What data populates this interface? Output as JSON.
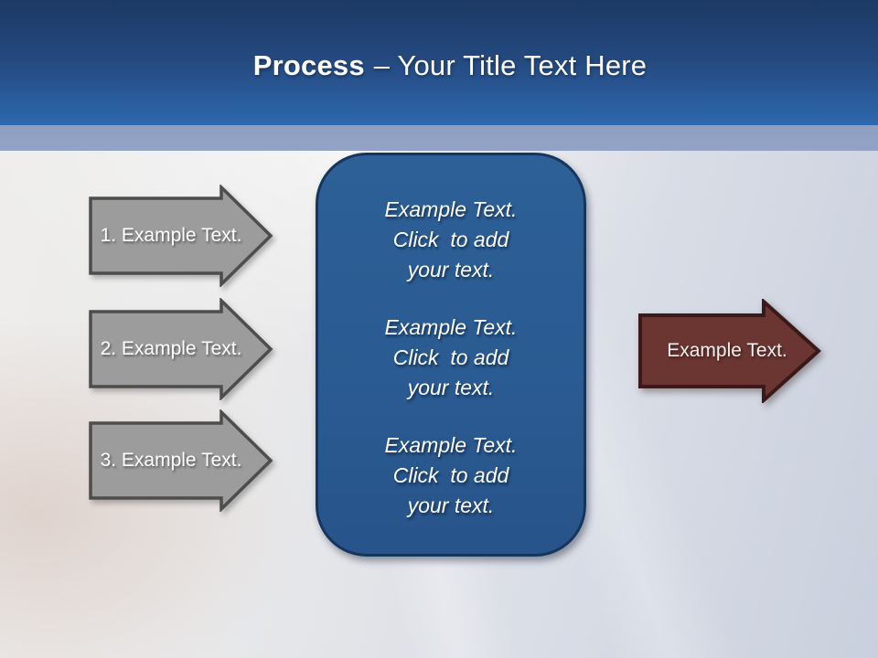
{
  "slide": {
    "title": {
      "bold": "Process",
      "rest": "– Your Title Text Here"
    },
    "steps": [
      {
        "label": "1. Example Text."
      },
      {
        "label": "2. Example Text."
      },
      {
        "label": "3. Example Text."
      }
    ],
    "panel": {
      "blocks": [
        "Example Text.\nClick  to add\nyour text.",
        "Example Text.\nClick  to add\nyour text.",
        "Example Text.\nClick  to add\nyour text."
      ]
    },
    "output_arrow": {
      "label": "Example Text."
    },
    "colors": {
      "header_top": "#1C3A64",
      "header_bottom": "#2E68AF",
      "band": "#8F9FC2",
      "panel_fill": "#2A5B92",
      "panel_border": "#16355C",
      "step_fill": "#9C9C9C",
      "step_border": "#4D4D4D",
      "output_fill": "#6B3632",
      "output_border": "#39191A"
    }
  }
}
